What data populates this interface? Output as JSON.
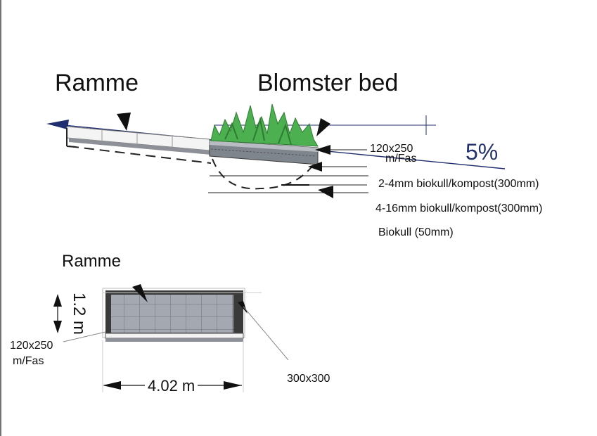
{
  "labels": {
    "frame_title": "Ramme",
    "bed_title": "Blomster bed",
    "edge_profile": "120x250",
    "edge_profile_unit": "m/Fas",
    "slope": "5%",
    "layer_1": "2-4mm biokull/kompost(300mm)",
    "layer_2": "4-16mm biokull/kompost(300mm)",
    "layer_3": "Biokull (50mm)"
  },
  "plan": {
    "title": "Ramme",
    "height_dim": "1.2 m",
    "width_dim": "4.02 m",
    "edge_profile": "120x250",
    "edge_profile_unit": "m/Fas",
    "tile_size": "300x300"
  },
  "colors": {
    "slope_arrow": "#1f2e6e",
    "plants": "#4caf50",
    "plants_dark": "#2e7d32",
    "paving": "#9a9fa8",
    "frame": "#3a3a3a"
  }
}
